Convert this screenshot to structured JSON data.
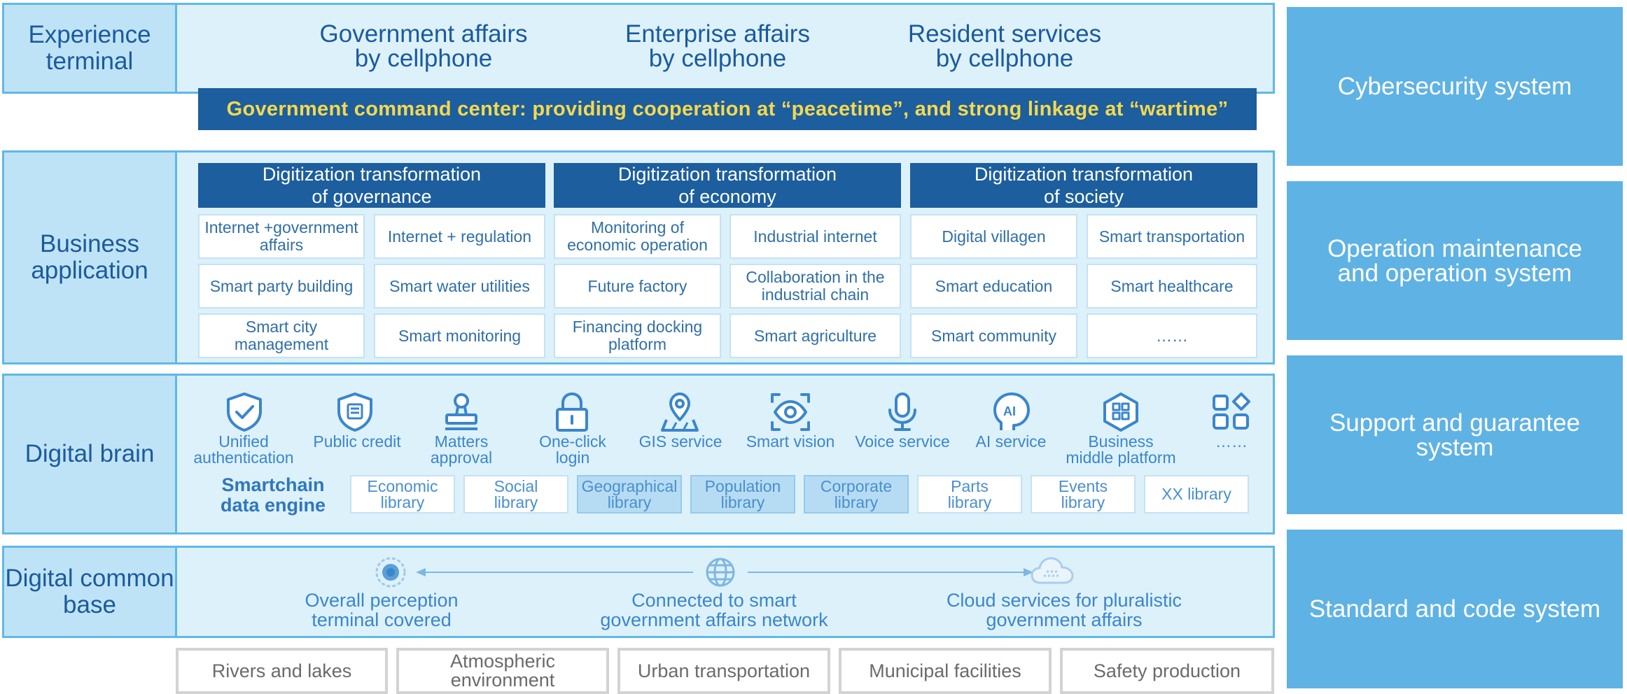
{
  "colors": {
    "layer_border": "#5fb9e6",
    "layer_fill": "#ddf1fb",
    "label_fill": "#bfe3f6",
    "dark_blue": "#1c5e9e",
    "command_text": "#f5d84e",
    "system_fill": "#5fb2e4",
    "highlight_library": "#b6dcf3"
  },
  "experience": {
    "label": "Experience\nterminal",
    "items": [
      "Government affairs\nby cellphone",
      "Enterprise affairs\nby cellphone",
      "Resident services\nby cellphone"
    ],
    "command_center": "Government command center: providing cooperation at “peacetime”, and strong linkage at “wartime”"
  },
  "business": {
    "label": "Business\napplication",
    "columns": [
      {
        "title": "Digitization transformation\nof governance",
        "cells": [
          "Internet +government\naffairs",
          "Internet + regulation",
          "Smart party building",
          "Smart water utilities",
          "Smart city\nmanagement",
          "Smart monitoring"
        ]
      },
      {
        "title": "Digitization transformation\nof economy",
        "cells": [
          "Monitoring of\neconomic operation",
          "Industrial internet",
          "Future factory",
          "Collaboration in the\nindustrial chain",
          "Financing docking\nplatform",
          "Smart agriculture"
        ]
      },
      {
        "title": "Digitization transformation\nof society",
        "cells": [
          "Digital villagen",
          "Smart transportation",
          "Smart education",
          "Smart healthcare",
          "Smart community",
          "……"
        ]
      }
    ]
  },
  "brain": {
    "label": "Digital brain",
    "services": [
      {
        "label": "Unified\nauthentication",
        "icon": "shield-check-icon"
      },
      {
        "label": "Public credit",
        "icon": "credit-shield-icon"
      },
      {
        "label": "Matters\napproval",
        "icon": "stamp-icon"
      },
      {
        "label": "One-click\nlogin",
        "icon": "lock-icon"
      },
      {
        "label": "GIS service",
        "icon": "map-pin-icon"
      },
      {
        "label": "Smart vision",
        "icon": "eye-icon"
      },
      {
        "label": "Voice service",
        "icon": "microphone-icon"
      },
      {
        "label": "AI service",
        "icon": "ai-head-icon"
      },
      {
        "label": "Business\nmiddle platform",
        "icon": "grid-platform-icon"
      },
      {
        "label": "……",
        "icon": "more-apps-icon"
      }
    ],
    "engine": "Smartchain\ndata engine",
    "libraries": [
      {
        "label": "Economic\nlibrary",
        "highlight": false
      },
      {
        "label": "Social\nlibrary",
        "highlight": false
      },
      {
        "label": "Geographical\nlibrary",
        "highlight": true
      },
      {
        "label": "Population\nlibrary",
        "highlight": true
      },
      {
        "label": "Corporate\nlibrary",
        "highlight": true
      },
      {
        "label": "Parts\nlibrary",
        "highlight": false
      },
      {
        "label": "Events\nlibrary",
        "highlight": false
      },
      {
        "label": "XX library",
        "highlight": false
      }
    ]
  },
  "base": {
    "label": "Digital common\nbase",
    "items": [
      {
        "label": "Overall perception\nterminal covered",
        "icon": "perception-terminal-icon"
      },
      {
        "label": "Connected to smart\ngovernment affairs network",
        "icon": "globe-network-icon"
      },
      {
        "label": "Cloud services for pluralistic\ngovernment affairs",
        "icon": "cloud-icon"
      }
    ]
  },
  "scenarios": [
    "Rivers and lakes",
    "Atmospheric\nenvironment",
    "Urban transportation",
    "Municipal facilities",
    "Safety production"
  ],
  "systems": [
    "Cybersecurity system",
    "Operation maintenance\nand operation system",
    "Support and guarantee\nsystem",
    "Standard and code system"
  ]
}
